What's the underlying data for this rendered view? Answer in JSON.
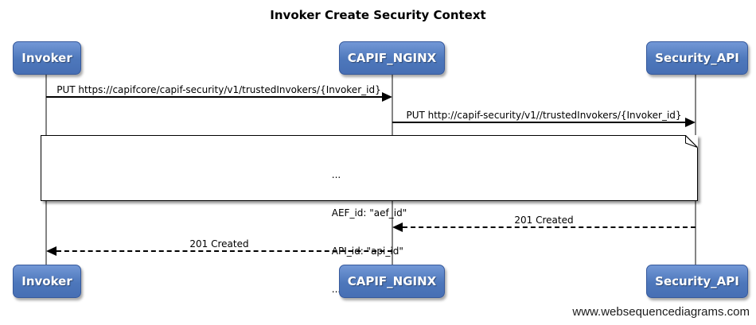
{
  "title": "Invoker Create Security Context",
  "actors": [
    {
      "name": "Invoker"
    },
    {
      "name": "CAPIF_NGINX"
    },
    {
      "name": "Security_API"
    }
  ],
  "messages": [
    {
      "label": "PUT https://capifcore/capif-security/v1/trustedInvokers/{Invoker_id}",
      "type": "solid",
      "from": "Invoker",
      "to": "CAPIF_NGINX"
    },
    {
      "label": "PUT http://capif-security/v1//trustedInvokers/{Invoker_id}",
      "type": "solid",
      "from": "CAPIF_NGINX",
      "to": "Security_API"
    },
    {
      "label": "201 Created",
      "type": "dashed-return",
      "from": "Security_API",
      "to": "CAPIF_NGINX"
    },
    {
      "label": "201 Created",
      "type": "dashed-return",
      "from": "CAPIF_NGINX",
      "to": "Invoker"
    }
  ],
  "note": {
    "lines": [
      "...",
      "AEF_id: \"aef_id\"",
      "API_id: \"api_id\"",
      "..."
    ]
  },
  "watermark": "www.websequencediagrams.com",
  "colors": {
    "actor_fill": "#4d77bb",
    "actor_fill_light": "#7398d6",
    "actor_border": "#36599c",
    "actor_text": "#ffffff",
    "lifeline": "#848484",
    "message": "#000000",
    "note_bg": "#ffffff",
    "background": "#ffffff"
  }
}
